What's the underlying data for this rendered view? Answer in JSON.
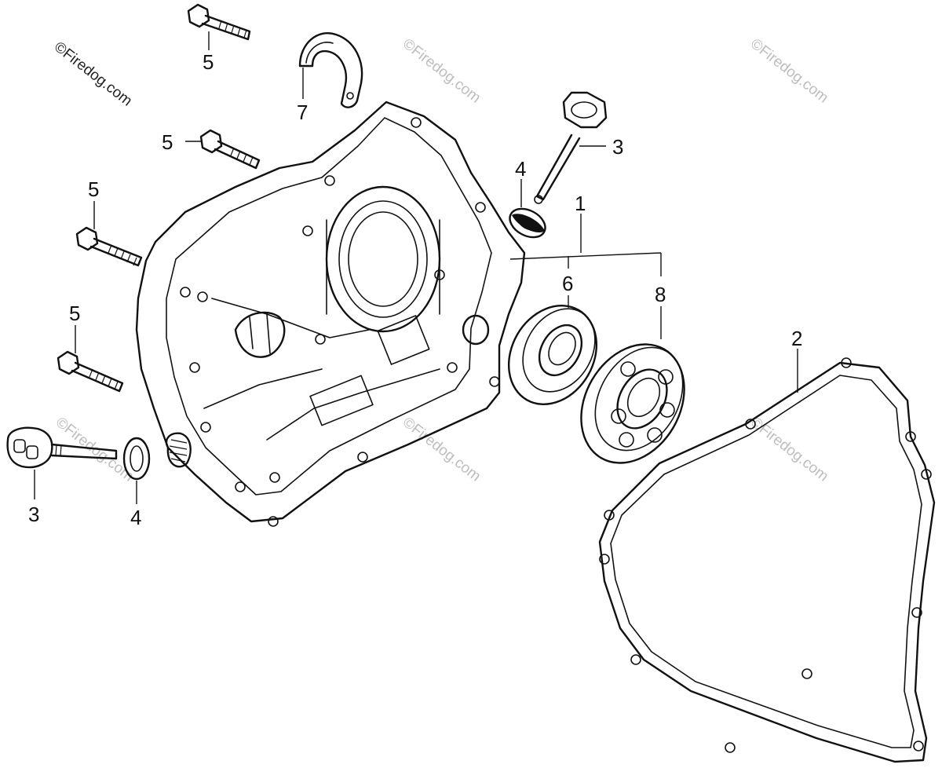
{
  "watermark": {
    "text": "©Firedog.com"
  },
  "callouts": {
    "part_1": "1",
    "part_2": "2",
    "part_3_top": "3",
    "part_3_left": "3",
    "part_4_top": "4",
    "part_4_left": "4",
    "part_5_top": "5",
    "part_5_upper": "5",
    "part_5_middle": "5",
    "part_5_lower": "5",
    "part_6": "6",
    "part_7": "7",
    "part_8": "8"
  },
  "colors": {
    "ink": "#111111",
    "watermark": "#bdbdbd",
    "background": "#ffffff"
  }
}
